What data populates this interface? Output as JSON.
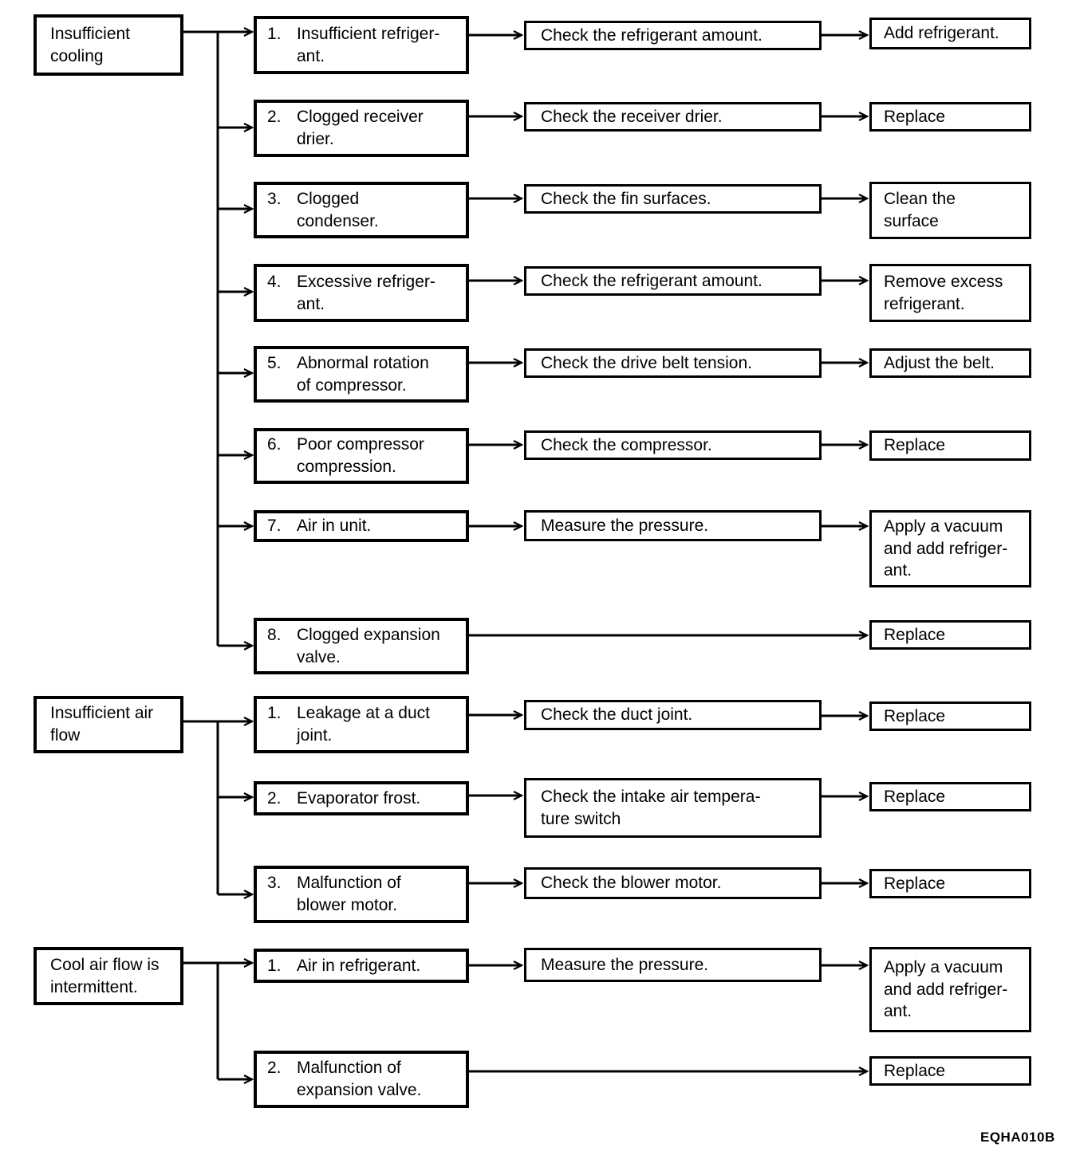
{
  "colors": {
    "ink": "#000000",
    "paper": "#ffffff"
  },
  "footer": {
    "code": "EQHA010B"
  },
  "groups": [
    {
      "symptom": "Insufficient\ncooling",
      "rows": [
        {
          "num": "1.",
          "cause": "Insufficient refriger-\nant.",
          "check": "Check the refrigerant amount.",
          "remedy": "Add refrigerant."
        },
        {
          "num": "2.",
          "cause": "Clogged receiver\ndrier.",
          "check": "Check the receiver drier.",
          "remedy": "Replace"
        },
        {
          "num": "3.",
          "cause": "Clogged\ncondenser.",
          "check": "Check the fin surfaces.",
          "remedy": "Clean the\nsurface"
        },
        {
          "num": "4.",
          "cause": "Excessive refriger-\nant.",
          "check": "Check the refrigerant amount.",
          "remedy": "Remove excess\nrefrigerant."
        },
        {
          "num": "5.",
          "cause": "Abnormal rotation\nof compressor.",
          "check": "Check the drive belt tension.",
          "remedy": "Adjust the belt."
        },
        {
          "num": "6.",
          "cause": "Poor compressor\ncompression.",
          "check": "Check the compressor.",
          "remedy": "Replace"
        },
        {
          "num": "7.",
          "cause": "Air in unit.",
          "check": "Measure the pressure.",
          "remedy": "Apply a vacuum\nand add refriger-\nant."
        },
        {
          "num": "8.",
          "cause": "Clogged expansion\nvalve.",
          "remedy": "Replace"
        }
      ]
    },
    {
      "symptom": "Insufficient air\nflow",
      "rows": [
        {
          "num": "1.",
          "cause": "Leakage at a duct\njoint.",
          "check": "Check the duct joint.",
          "remedy": "Replace"
        },
        {
          "num": "2.",
          "cause": "Evaporator frost.",
          "check": "Check the intake air tempera-\nture switch",
          "remedy": "Replace"
        },
        {
          "num": "3.",
          "cause": "Malfunction of\nblower motor.",
          "check": "Check the blower motor.",
          "remedy": "Replace"
        }
      ]
    },
    {
      "symptom": "Cool air flow is\nintermittent.",
      "rows": [
        {
          "num": "1.",
          "cause": "Air in refrigerant.",
          "check": "Measure the pressure.",
          "remedy": "Apply a vacuum\nand add refriger-\nant."
        },
        {
          "num": "2.",
          "cause": "Malfunction of\nexpansion valve.",
          "remedy": "Replace"
        }
      ]
    }
  ]
}
